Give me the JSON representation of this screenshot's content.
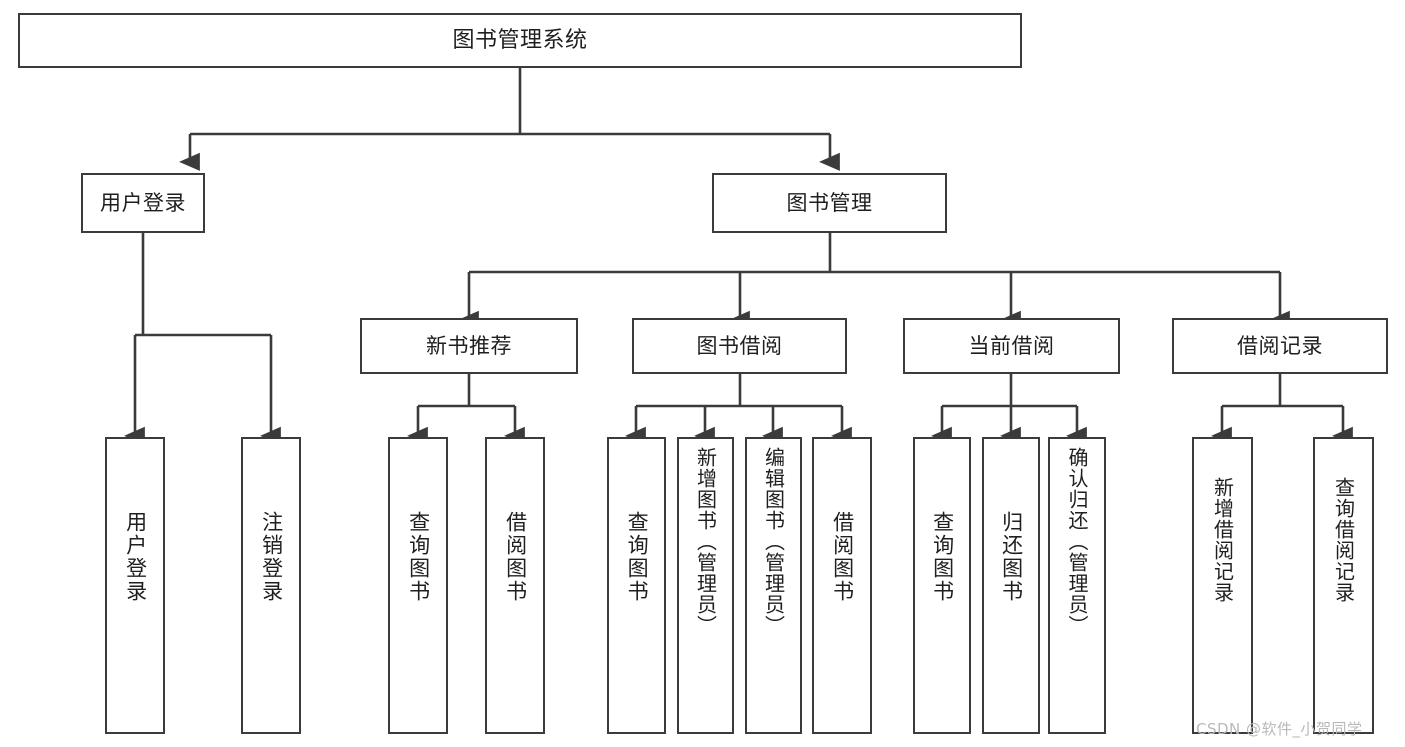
{
  "diagram": {
    "type": "tree-hierarchy",
    "title": "图书管理系统",
    "root": {
      "id": "root",
      "label": "图书管理系统"
    },
    "level2": [
      {
        "id": "user-login",
        "label": "用户登录"
      },
      {
        "id": "book-management",
        "label": "图书管理"
      }
    ],
    "level3": [
      {
        "id": "new-book-recommend",
        "label": "新书推荐"
      },
      {
        "id": "book-borrow",
        "label": "图书借阅"
      },
      {
        "id": "current-borrow",
        "label": "当前借阅"
      },
      {
        "id": "borrow-record",
        "label": "借阅记录"
      }
    ],
    "leaves": {
      "user_login": [
        {
          "id": "leaf-user-login",
          "label": "用户登录"
        },
        {
          "id": "leaf-logout-login",
          "label": "注销登录"
        }
      ],
      "new_book_recommend": [
        {
          "id": "leaf-query-book-1",
          "label": "查询图书"
        },
        {
          "id": "leaf-borrow-book-1",
          "label": "借阅图书"
        }
      ],
      "book_borrow": [
        {
          "id": "leaf-query-book-2",
          "label": "查询图书"
        },
        {
          "id": "leaf-add-book-admin",
          "label": "新增图书（管理员）"
        },
        {
          "id": "leaf-edit-book-admin",
          "label": "编辑图书（管理员）"
        },
        {
          "id": "leaf-borrow-book-2",
          "label": "借阅图书"
        }
      ],
      "current_borrow": [
        {
          "id": "leaf-query-book-3",
          "label": "查询图书"
        },
        {
          "id": "leaf-return-book",
          "label": "归还图书"
        },
        {
          "id": "leaf-confirm-return-admin",
          "label": "确认归还（管理员）"
        }
      ],
      "borrow_record": [
        {
          "id": "leaf-add-borrow-record",
          "label": "新增借阅记录"
        },
        {
          "id": "leaf-query-borrow-record",
          "label": "查询借阅记录"
        }
      ]
    }
  },
  "watermark": {
    "text": "CSDN @软件_小贺同学"
  },
  "colors": {
    "stroke": "#3b3b3b",
    "background": "#ffffff",
    "text": "#1f1f1f",
    "watermark": "#b9b9b9"
  }
}
